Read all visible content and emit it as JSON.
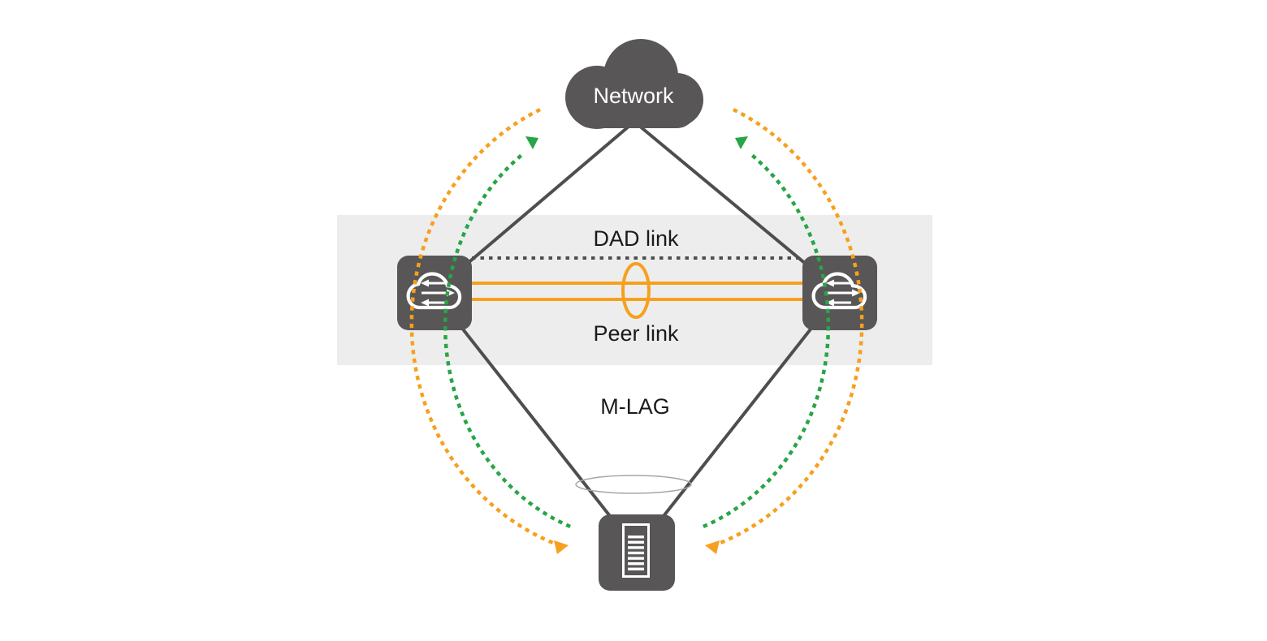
{
  "diagram": {
    "type": "network-topology",
    "labels": {
      "network": "Network",
      "dad_link": "DAD link",
      "peer_link": "Peer link",
      "mlag": "M-LAG"
    },
    "nodes": [
      {
        "id": "network-cloud",
        "icon": "cloud-icon",
        "label": "Network"
      },
      {
        "id": "switch-left",
        "icon": "router-switch-icon"
      },
      {
        "id": "switch-right",
        "icon": "router-switch-icon"
      },
      {
        "id": "server",
        "icon": "server-icon"
      }
    ],
    "links": [
      {
        "label": "DAD link",
        "style": "dashed"
      },
      {
        "label": "Peer link",
        "style": "double-solid-with-bundle-ellipse"
      },
      {
        "label": "M-LAG",
        "style": "dual-homed-aggregated-links"
      }
    ],
    "flows": [
      {
        "name": "upstream-flow-arcs",
        "color": "#28A546",
        "style": "dotted-arc",
        "arrowheads": "top"
      },
      {
        "name": "downstream-flow-arcs",
        "color": "#F6A01E",
        "style": "dotted-arc",
        "arrowheads": "bottom"
      }
    ],
    "colors": {
      "device": "#585656",
      "line": "#4E4E4E",
      "band": "#EDEDED",
      "orange": "#F6A01E",
      "green": "#28A546",
      "text": "#1A1A1A",
      "icon": "#FFFFFF",
      "ellipse": "#A6A6A6",
      "background": "#FFFFFF"
    }
  }
}
